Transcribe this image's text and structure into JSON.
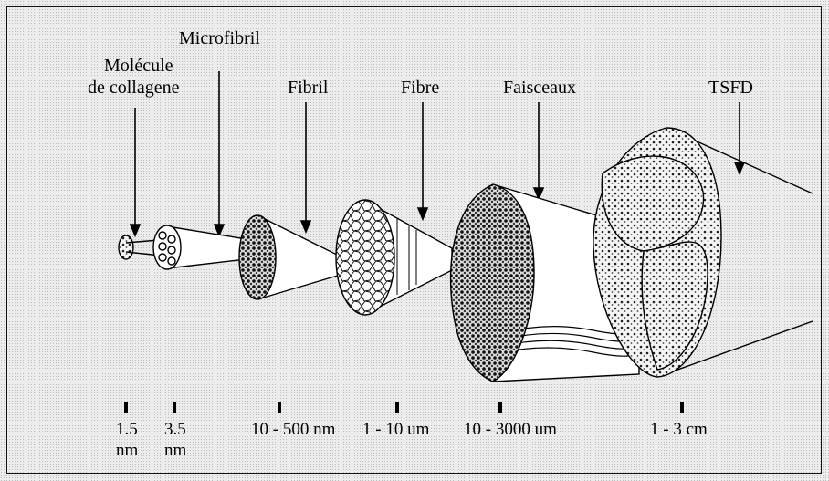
{
  "diagram": {
    "labels": {
      "molecule_line1": "Molécule",
      "molecule_line2": "de collagene",
      "microfibril": "Microfibril",
      "fibril": "Fibril",
      "fibre": "Fibre",
      "faisceaux": "Faisceaux",
      "tsfd": "TSFD"
    },
    "scale": [
      {
        "value": "1.5",
        "unit": "nm"
      },
      {
        "value": "3.5",
        "unit": "nm"
      },
      {
        "value": "10 - 500 nm",
        "unit": ""
      },
      {
        "value": "1 - 10 um",
        "unit": ""
      },
      {
        "value": "10 - 3000 um",
        "unit": ""
      },
      {
        "value": "1 - 3 cm",
        "unit": ""
      }
    ]
  }
}
